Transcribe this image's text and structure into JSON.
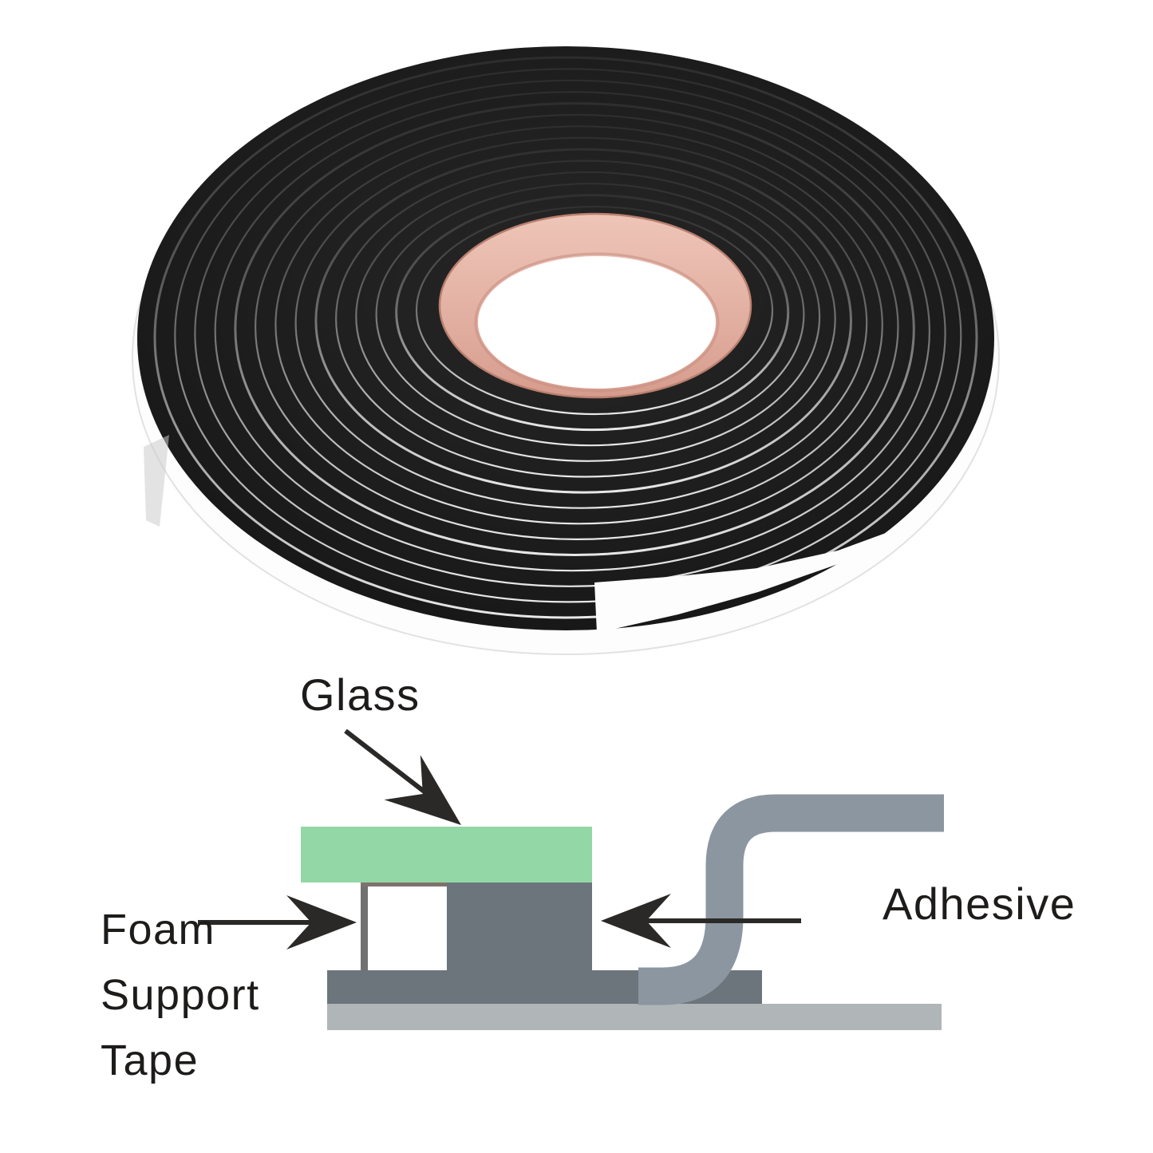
{
  "diagram": {
    "labels": {
      "glass": "Glass",
      "foam_support_tape": "Foam\nSupport\nTape",
      "adhesive": "Adhesive"
    }
  },
  "colors": {
    "background": "#ffffff",
    "tape_black": "#1a1a1a",
    "core_pink": "#dfab9e",
    "liner_white": "#fdfdfd",
    "glass_green": "#92d7a5",
    "frame_dark": "#6b757b",
    "channel_gray": "#8b96a0",
    "base_light": "#b0b5b8",
    "arrow_black": "#2b2927",
    "label_black": "#1e1c1b"
  }
}
